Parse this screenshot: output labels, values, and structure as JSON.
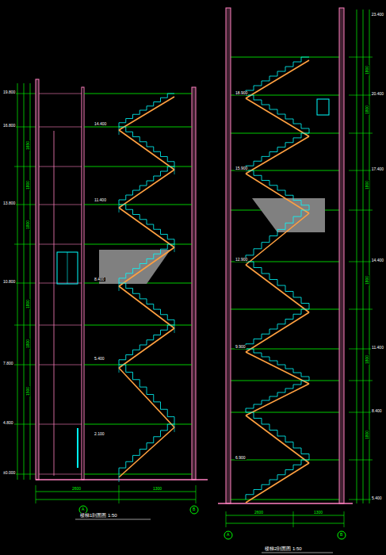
{
  "diagram": {
    "labels": [
      "19.800",
      "16.800",
      "13.800",
      "10.800",
      "7.800",
      "4.800",
      "±0.000",
      "23.400",
      "20.400",
      "17.400",
      "14.400",
      "11.400",
      "8.400",
      "5.400",
      "1650",
      "1800",
      "1800",
      "1800",
      "1800",
      "1500",
      "1800",
      "1800",
      "1800",
      "1800",
      "1800",
      "1800",
      "2.100",
      "5.400",
      "8.400",
      "11.400",
      "14.400",
      "18.900",
      "15.900",
      "12.900",
      "9.900",
      "6.900",
      "2600",
      "1300",
      "2600",
      "1300",
      "A",
      "B",
      "A",
      "B",
      "楼梯1剖面图 1:50",
      "楼梯2剖面图 1:50"
    ]
  }
}
